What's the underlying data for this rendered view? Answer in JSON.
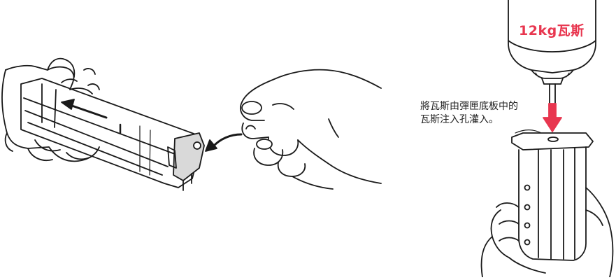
{
  "gas_can": {
    "label": "12kg瓦斯",
    "label_color": "#e8364f"
  },
  "instruction": {
    "line1": "將瓦斯由彈匣底板中的",
    "line2": "瓦斯注入孔灌入。"
  },
  "colors": {
    "line": "#1a1a1a",
    "arrow_fill": "#e8364f",
    "shade": "#d9d9d9"
  },
  "icons": [
    "left-arrow-icon",
    "curved-arrow-icon",
    "down-arrow-icon"
  ]
}
